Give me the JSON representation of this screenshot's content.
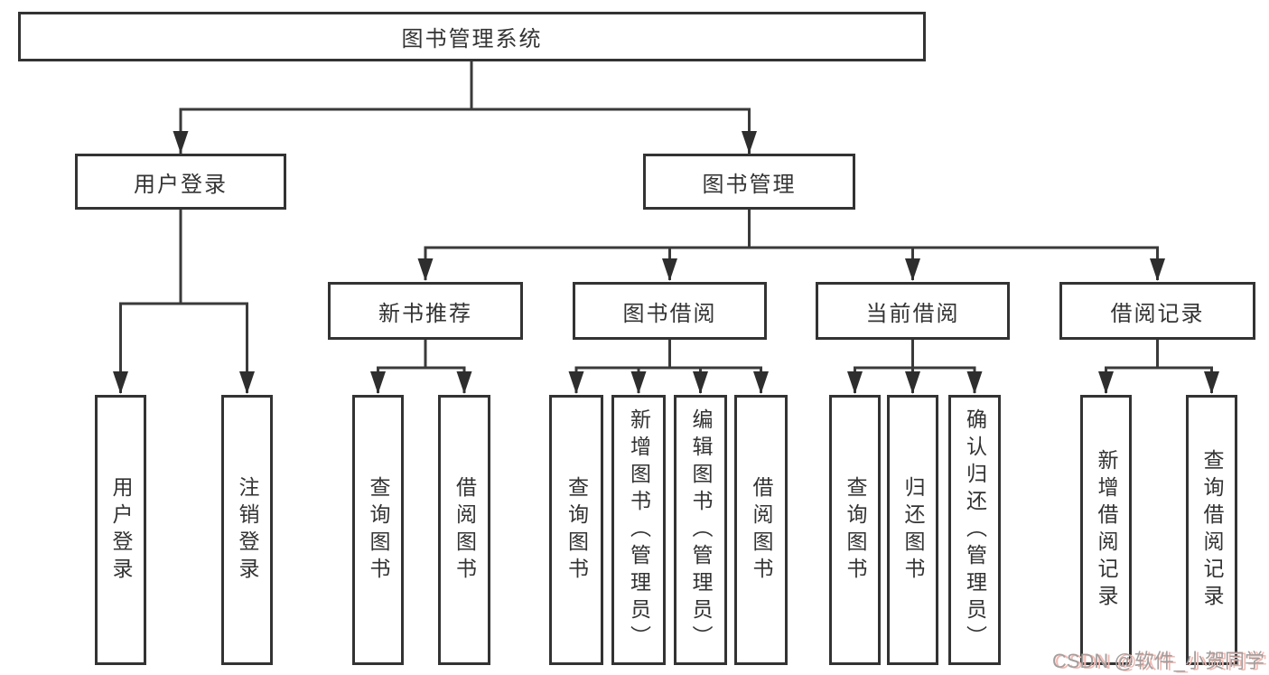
{
  "tree": {
    "root": {
      "label": "图书管理系统",
      "children": [
        {
          "label": "用户登录",
          "children": [
            {
              "label": "用户登录"
            },
            {
              "label": "注销登录"
            }
          ]
        },
        {
          "label": "图书管理",
          "children": [
            {
              "label": "新书推荐",
              "children": [
                {
                  "label": "查询图书"
                },
                {
                  "label": "借阅图书"
                }
              ]
            },
            {
              "label": "图书借阅",
              "children": [
                {
                  "label": "查询图书"
                },
                {
                  "label": "新增图书（管理员）"
                },
                {
                  "label": "编辑图书（管理员）"
                },
                {
                  "label": "借阅图书"
                }
              ]
            },
            {
              "label": "当前借阅",
              "children": [
                {
                  "label": "查询图书"
                },
                {
                  "label": "归还图书"
                },
                {
                  "label": "确认归还（管理员）"
                }
              ]
            },
            {
              "label": "借阅记录",
              "children": [
                {
                  "label": "新增借阅记录"
                },
                {
                  "label": "查询借阅记录"
                }
              ]
            }
          ]
        }
      ]
    }
  },
  "watermark": "CSDN @软件_小贺同学",
  "colors": {
    "line": "#3a3a3a",
    "arrow": "#2e2e2e",
    "box_border": "#333333",
    "box_fill": "#ffffff",
    "text": "#333333",
    "watermark_text": "#9f9f9f",
    "watermark_shadow": "#f6b8b0"
  }
}
